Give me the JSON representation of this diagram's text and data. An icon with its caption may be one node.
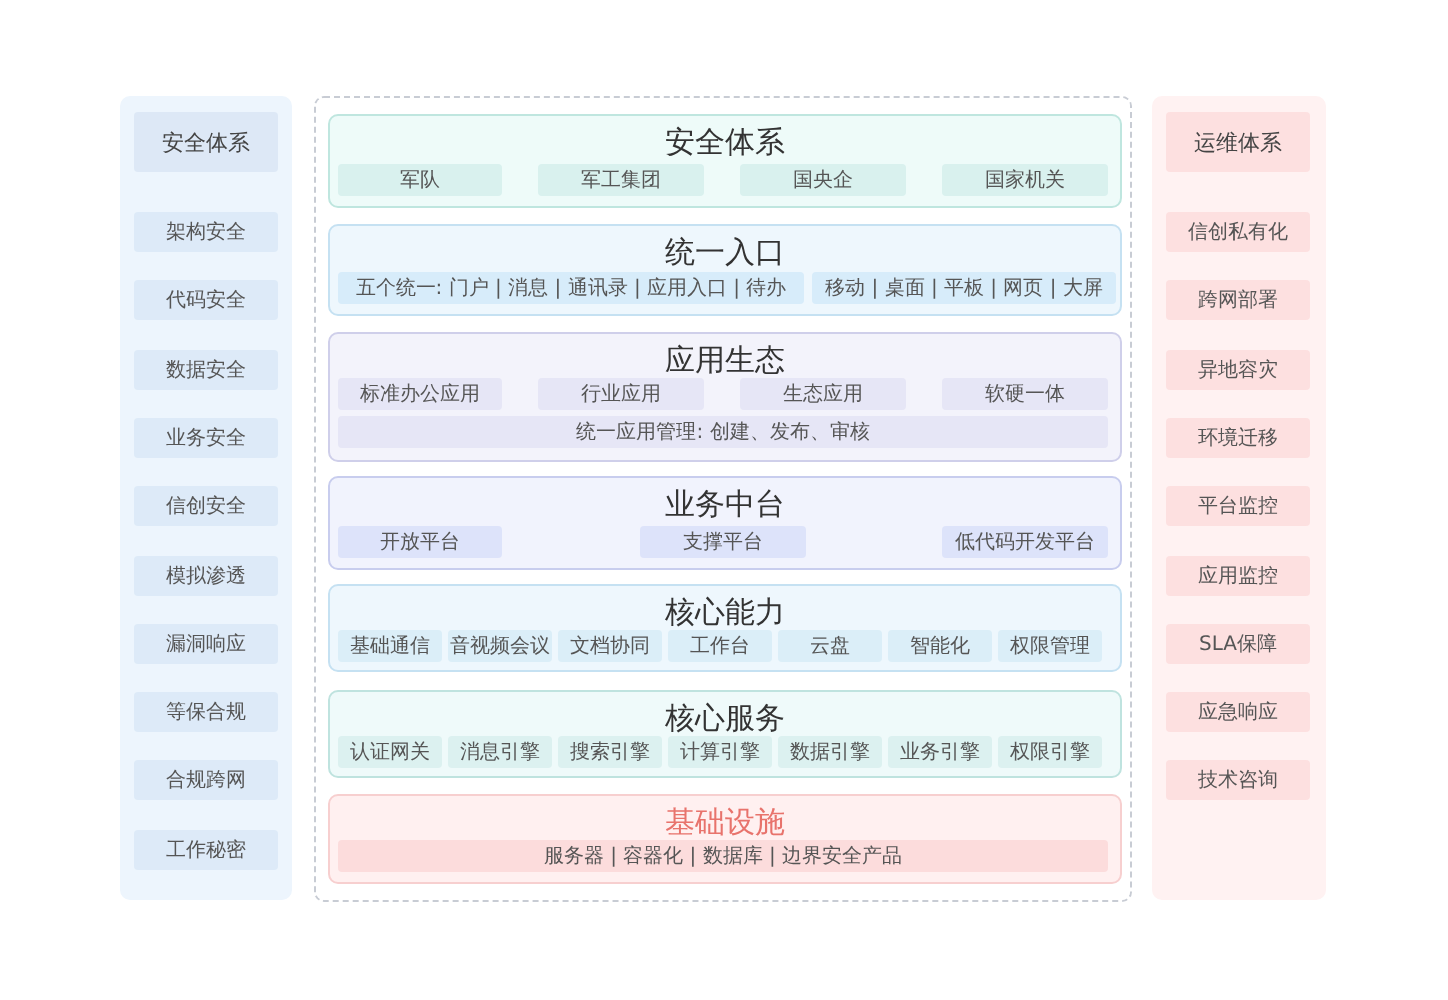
{
  "diagram": {
    "nodes": [
      {
        "text": [],
        "shape": "box"
      },
      {
        "text": [
          "安全体系"
        ],
        "in": 0
      },
      {
        "text": [
          "架构安全"
        ],
        "in": 0
      },
      {
        "text": [
          "代码安全"
        ],
        "in": 0
      },
      {
        "text": [
          "数据安全"
        ],
        "in": 0
      },
      {
        "text": [
          "业务安全"
        ],
        "in": 0
      },
      {
        "text": [
          "信创安全"
        ],
        "in": 0
      },
      {
        "text": [
          "模拟渗透"
        ],
        "in": 0
      },
      {
        "text": [
          "漏洞响应"
        ],
        "in": 0
      },
      {
        "text": [
          "等保合规"
        ],
        "in": 0
      },
      {
        "text": [
          "合规跨网"
        ],
        "in": 0
      },
      {
        "text": [
          "工作秘密"
        ],
        "in": 0
      },
      {
        "text": [],
        "shape": "box"
      },
      {
        "text": [
          "安全体系"
        ],
        "in": 12
      },
      {
        "text": [
          "军队"
        ],
        "in": 13
      },
      {
        "text": [
          "军工集团"
        ],
        "in": 13
      },
      {
        "text": [
          "国央企"
        ],
        "in": 13
      },
      {
        "text": [
          "国家机关"
        ],
        "in": 13
      },
      {
        "text": [
          "统一入口"
        ],
        "in": 12
      },
      {
        "text": [
          "五个统一: 门户 | 消息 | 通讯录 | 应用入口 | 待办"
        ],
        "in": 18
      },
      {
        "text": [
          "移动 | 桌面 | 平板 | 网页 | 大屏"
        ],
        "in": 18
      },
      {
        "text": [
          "应用生态"
        ],
        "in": 12
      },
      {
        "text": [
          "标准办公应用"
        ],
        "in": 21
      },
      {
        "text": [
          "行业应用"
        ],
        "in": 21
      },
      {
        "text": [
          "生态应用"
        ],
        "in": 21
      },
      {
        "text": [
          "软硬一体"
        ],
        "in": 21
      },
      {
        "text": [
          "统一应用管理: 创建、发布、审核"
        ],
        "in": 21
      },
      {
        "text": [
          "业务中台"
        ],
        "in": 12
      },
      {
        "text": [
          "开放平台"
        ],
        "in": 27
      },
      {
        "text": [
          "支撑平台"
        ],
        "in": 27
      },
      {
        "text": [
          "低代码开发平台"
        ],
        "in": 27
      },
      {
        "text": [
          "核心能力"
        ],
        "in": 12
      },
      {
        "text": [
          "基础通信"
        ],
        "in": 31
      },
      {
        "text": [
          "音视频会议"
        ],
        "in": 31
      },
      {
        "text": [
          "文档协同"
        ],
        "in": 31
      },
      {
        "text": [
          "工作台"
        ],
        "in": 31
      },
      {
        "text": [
          "云盘"
        ],
        "in": 31
      },
      {
        "text": [
          "智能化"
        ],
        "in": 31
      },
      {
        "text": [
          "权限管理"
        ],
        "in": 31
      },
      {
        "text": [
          "核心服务"
        ],
        "in": 12
      },
      {
        "text": [
          "认证网关"
        ],
        "in": 39
      },
      {
        "text": [
          "消息引擎"
        ],
        "in": 39
      },
      {
        "text": [
          "搜索引擎"
        ],
        "in": 39
      },
      {
        "text": [
          "计算引擎"
        ],
        "in": 39
      },
      {
        "text": [
          "数据引擎"
        ],
        "in": 39
      },
      {
        "text": [
          "业务引擎"
        ],
        "in": 39
      },
      {
        "text": [
          "权限引擎"
        ],
        "in": 39
      },
      {
        "text": [
          "基础设施"
        ],
        "in": 12
      },
      {
        "text": [
          "服务器 | 容器化 | 数据库 | 边界安全产品"
        ],
        "in": 47
      },
      {
        "text": [],
        "shape": "box"
      },
      {
        "text": [
          "运维体系"
        ],
        "in": 49
      },
      {
        "text": [
          "信创私有化"
        ],
        "in": 49
      },
      {
        "text": [
          "跨网部署"
        ],
        "in": 49
      },
      {
        "text": [
          "异地容灾"
        ],
        "in": 49
      },
      {
        "text": [
          "环境迁移"
        ],
        "in": 49
      },
      {
        "text": [
          "平台监控"
        ],
        "in": 49
      },
      {
        "text": [
          "应用监控"
        ],
        "in": 49
      },
      {
        "text": [
          "SLA保障"
        ],
        "in": 49
      },
      {
        "text": [
          "应急响应"
        ],
        "in": 49
      },
      {
        "text": [
          "技术咨询"
        ],
        "in": 49
      }
    ],
    "edges": []
  }
}
